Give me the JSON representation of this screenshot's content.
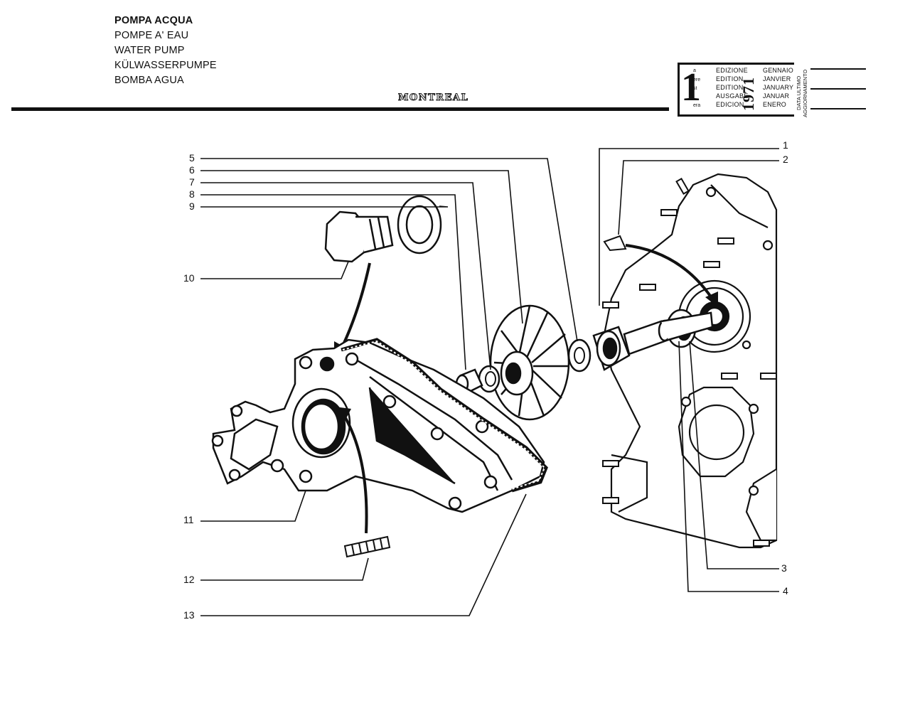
{
  "header": {
    "titles": [
      "POMPA ACQUA",
      "POMPE A' EAU",
      "WATER PUMP",
      "KÜLWASSERPUMPE",
      "BOMBA AGUA"
    ],
    "model": "MONTREAL"
  },
  "edition_box": {
    "number": "1",
    "suffixes": [
      "a",
      "ere",
      "st",
      ".",
      "era"
    ],
    "editions": [
      "EDIZIONE",
      "EDITION",
      "EDITION",
      "AUSGABE",
      "EDICION"
    ],
    "year": "1971",
    "months": [
      "GENNAIO",
      "JANVIER",
      "JANUARY",
      "JANUAR",
      "ENERO"
    ],
    "update_labels": [
      "DATA ULTIMO",
      "AGGIORNAMENTO"
    ]
  },
  "callouts": [
    "1",
    "2",
    "3",
    "4",
    "5",
    "6",
    "7",
    "8",
    "9",
    "10",
    "11",
    "12",
    "13"
  ]
}
